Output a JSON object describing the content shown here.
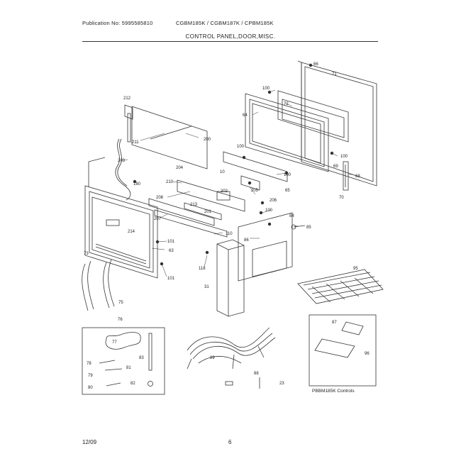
{
  "header": {
    "publication": "Publication No: 5995585810",
    "models": "CGBM185K / CGBM187K / CPBM185K",
    "section": "CONTROL PANEL,DOOR,MISC."
  },
  "footer": {
    "date": "12/09",
    "page": "6"
  },
  "callouts": {
    "c212": "212",
    "c211": "211",
    "c200": "200",
    "c203": "203",
    "c180": "180",
    "c210": "210",
    "c204": "204",
    "c202": "202",
    "c201": "201",
    "c208": "208",
    "c207": "207",
    "c213": "213",
    "c214": "214",
    "c101a": "101",
    "c101b": "101",
    "c63": "63",
    "c73": "73",
    "c75": "75",
    "c110": "110",
    "c205": "205",
    "c206": "206",
    "c100a": "100",
    "c100b": "100",
    "c100c": "100",
    "c100d": "100",
    "c100e": "100",
    "c64": "64",
    "c72": "72",
    "c71": "71",
    "c68": "68",
    "c69": "69",
    "c65": "65",
    "c66": "66",
    "c70": "70",
    "c84": "84",
    "c85": "85",
    "c86": "86",
    "c31": "31",
    "c118": "118",
    "c95": "95",
    "c10": "10",
    "c76": "76",
    "c77": "77",
    "c78": "78",
    "c79": "79",
    "c80": "80",
    "c81": "81",
    "c82": "82",
    "c83": "83",
    "c89": "89",
    "c88": "88",
    "c87": "87",
    "c96": "96",
    "c23": "23"
  },
  "inset_caption": "PBBM185K Controls"
}
